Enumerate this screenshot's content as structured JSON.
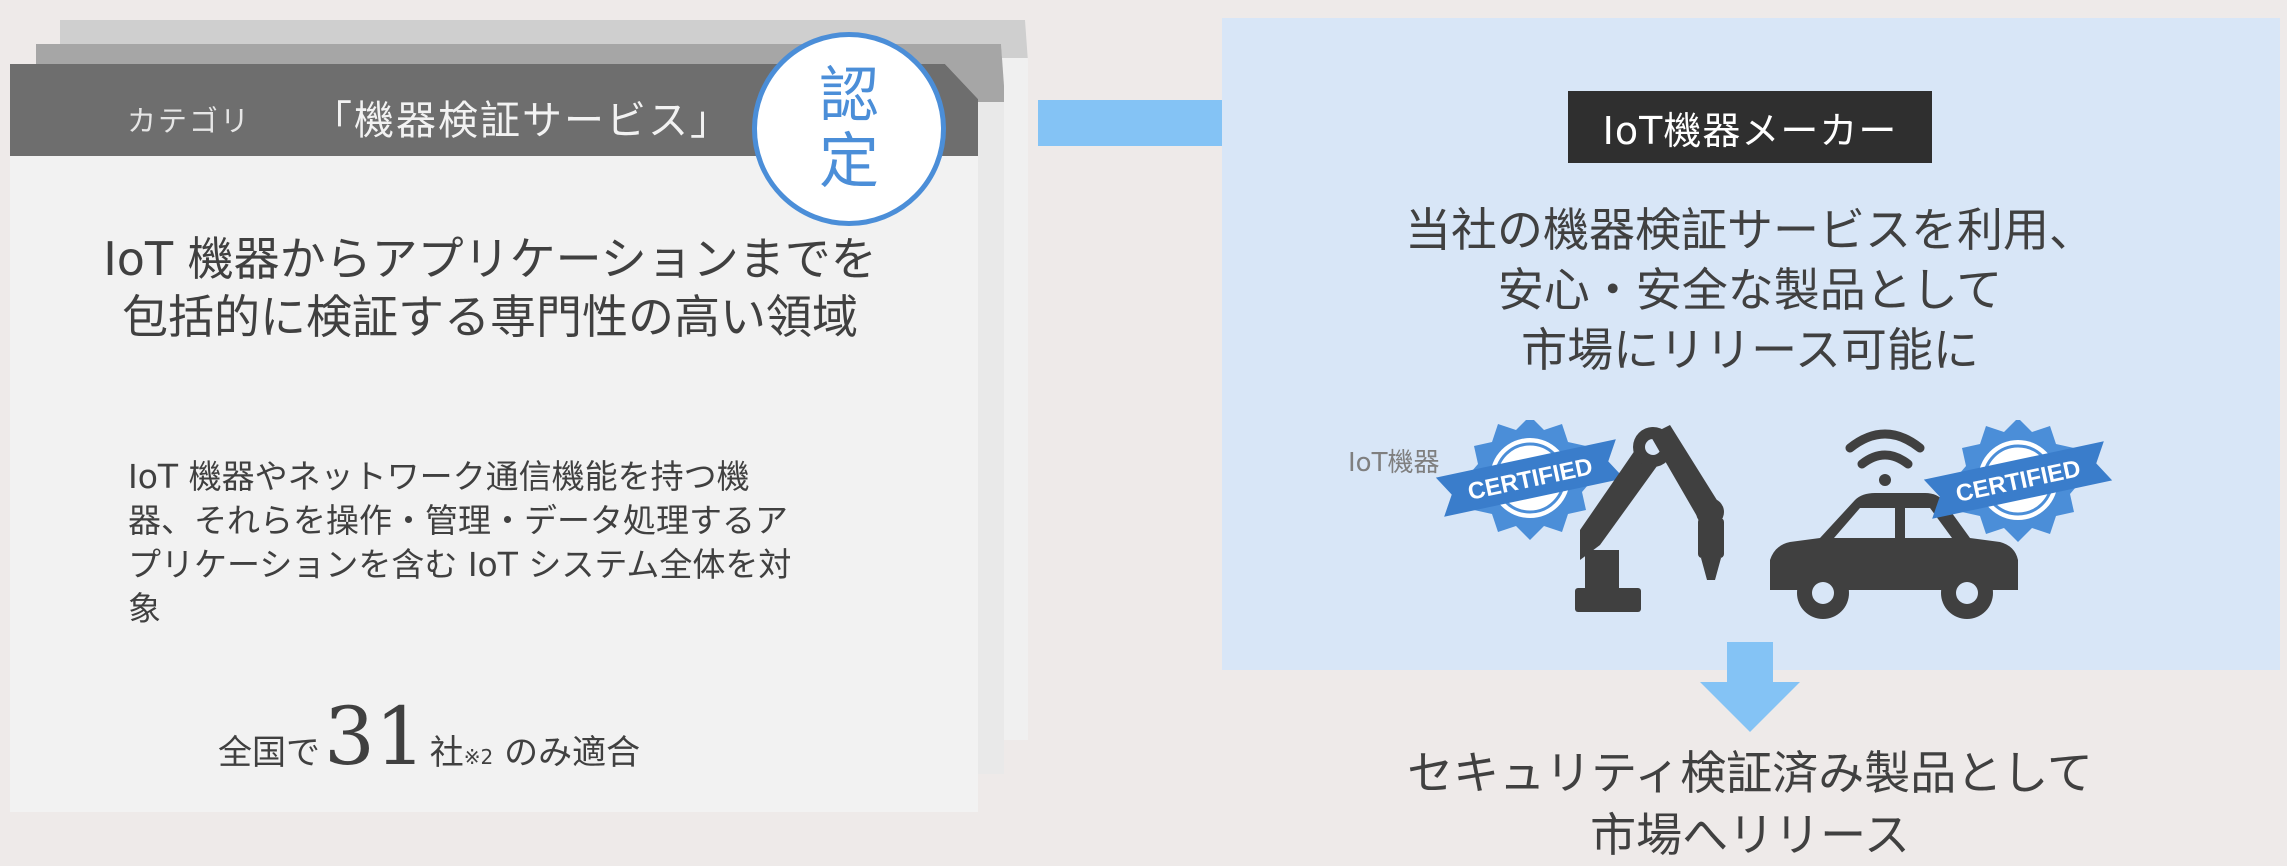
{
  "category_card": {
    "category_label": "カテゴリ",
    "category_name": "「機器検証サービス」",
    "badge_chars": [
      "認",
      "定"
    ],
    "heading_lines": [
      "IoT 機器からアプリケーションまでを",
      "包括的に検証する専門性の高い領域"
    ],
    "body_lines": [
      "IoT 機器やネットワーク通信機能を持つ機",
      "器、それらを操作・管理・データ処理するア",
      "プリケーションを含む IoT システム全体を対",
      "象"
    ],
    "stat": {
      "prefix": "全国で",
      "number": "31",
      "unit": "社",
      "note": "※2",
      "suffix": " のみ適合"
    }
  },
  "maker_panel": {
    "title": "IoT機器メーカー",
    "heading_lines": [
      "当社の機器検証サービスを利用、",
      "安心・安全な製品として",
      "市場にリリース可能に"
    ],
    "device_label": "IoT機器",
    "certified_label": "CERTIFIED"
  },
  "result": {
    "lines": [
      "セキュリティ検証済み製品として",
      "市場へリリース"
    ]
  },
  "colors": {
    "accent_blue": "#4b8ed8",
    "arrow_blue": "#84c3f5",
    "panel_bg": "#d8e6f7",
    "header_gray": "#6e6e6e",
    "icon_dark": "#404040"
  }
}
